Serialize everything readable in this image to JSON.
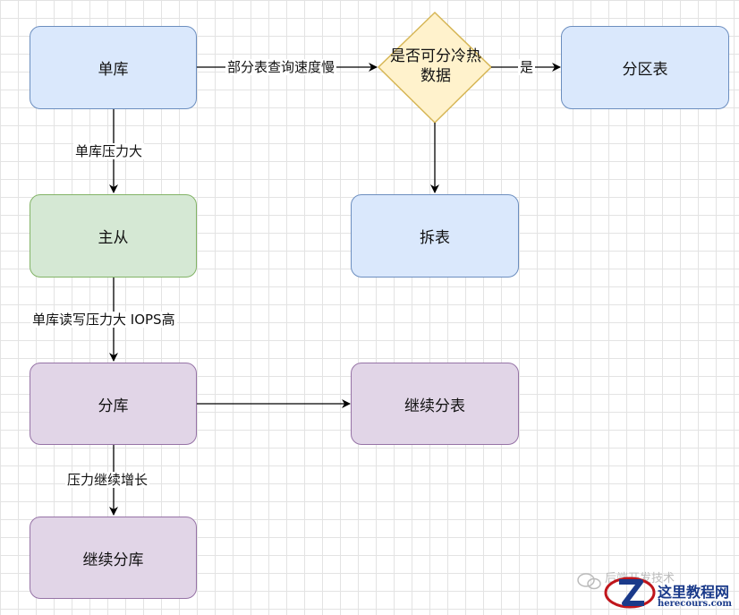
{
  "nodes": {
    "single_db": "单库",
    "master_slave": "主从",
    "sharding_db": "分库",
    "continue_sharding_db": "继续分库",
    "hot_cold_question_line1": "是否可分冷热",
    "hot_cold_question_line2": "数据",
    "partition_table": "分区表",
    "split_table": "拆表",
    "continue_sharding_table": "继续分表"
  },
  "edges": {
    "slow_query_label": "部分表查询速度慢",
    "yes_label": "是",
    "single_db_pressure_label": "单库压力大",
    "read_write_pressure_label": "单库读写压力大 IOPS高",
    "pressure_growth_label": "压力继续增长"
  },
  "watermark": {
    "faded_text": "后端开发技术",
    "site_name": "这里教程网",
    "site_url": "herecours.com"
  },
  "colors": {
    "blue_fill": "#dae8fc",
    "blue_stroke": "#6c8ebf",
    "green_fill": "#d5e8d4",
    "green_stroke": "#82b366",
    "purple_fill": "#e1d5e7",
    "purple_stroke": "#9673a6",
    "diamond_fill": "#fff2cc",
    "diamond_stroke": "#d6b656"
  }
}
